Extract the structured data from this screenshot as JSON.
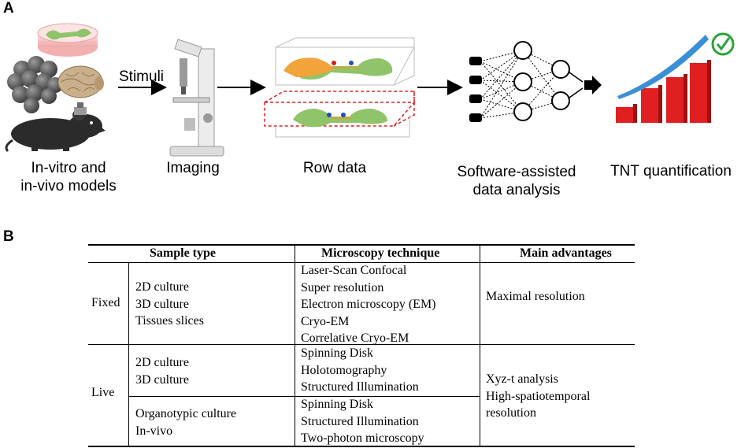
{
  "panel_a": {
    "label": "A",
    "stimuli": "Stimuli",
    "steps": [
      {
        "lines": [
          "In-vitro and",
          "in-vivo models"
        ]
      },
      {
        "lines": [
          "Imaging"
        ]
      },
      {
        "lines": [
          "Row data"
        ]
      },
      {
        "lines": [
          "Software-assisted",
          "data analysis"
        ]
      },
      {
        "lines": [
          "TNT quantification"
        ]
      }
    ],
    "colors": {
      "cell_green": "#8fc46a",
      "cell_orange": "#f2a33a",
      "dish_pink": "#f4b8b8",
      "bar_red": "#e02020",
      "trend_blue": "#3a8fd8",
      "check_green": "#2aa43a",
      "roi_red": "#e02020"
    }
  },
  "panel_b": {
    "label": "B",
    "headers": [
      "Sample type",
      "Microscopy technique",
      "Main advantages"
    ],
    "groups": [
      {
        "condition": "Fixed",
        "rows": [
          {
            "samples": [
              "2D culture",
              "3D culture",
              "Tissues slices"
            ],
            "techniques": [
              "Laser-Scan Confocal",
              "Super resolution",
              "Electron microscopy (EM)",
              "Cryo-EM",
              "Correlative Cryo-EM"
            ]
          }
        ],
        "advantages": [
          "Maximal resolution"
        ]
      },
      {
        "condition": "Live",
        "rows": [
          {
            "samples": [
              "2D culture",
              "3D culture"
            ],
            "techniques": [
              "Spinning Disk",
              "Holotomography",
              "Structured Illumination"
            ]
          },
          {
            "samples": [
              "Organotypic culture",
              "In-vivo"
            ],
            "techniques": [
              "Spinning Disk",
              "Structured Illumination",
              "Two-photon microscopy"
            ]
          }
        ],
        "advantages": [
          "Xyz-t analysis",
          "High-spatiotemporal",
          "resolution"
        ]
      }
    ]
  }
}
